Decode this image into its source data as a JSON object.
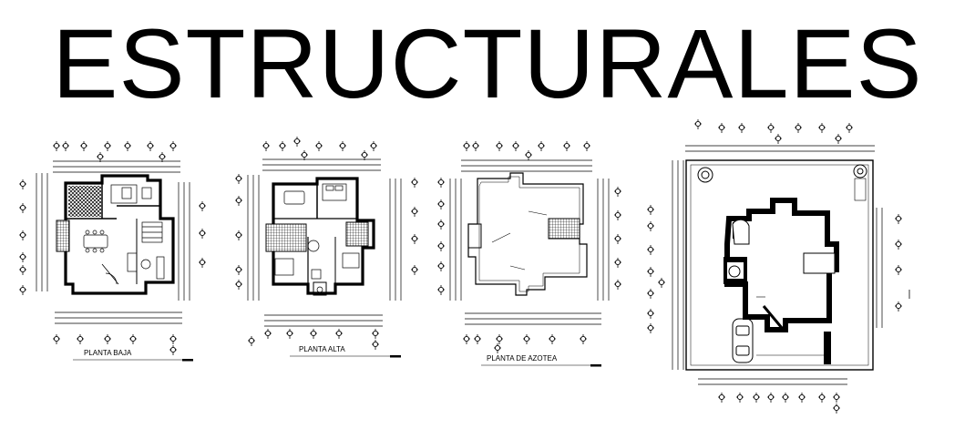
{
  "title": "ESTRUCTURALES",
  "plans": [
    {
      "label": "PLANTA BAJA"
    },
    {
      "label": "PLANTA ALTA"
    },
    {
      "label": "PLANTA DE AZOTEA"
    },
    {
      "label": ""
    }
  ],
  "colors": {
    "ink": "#000000",
    "paper": "#ffffff"
  }
}
